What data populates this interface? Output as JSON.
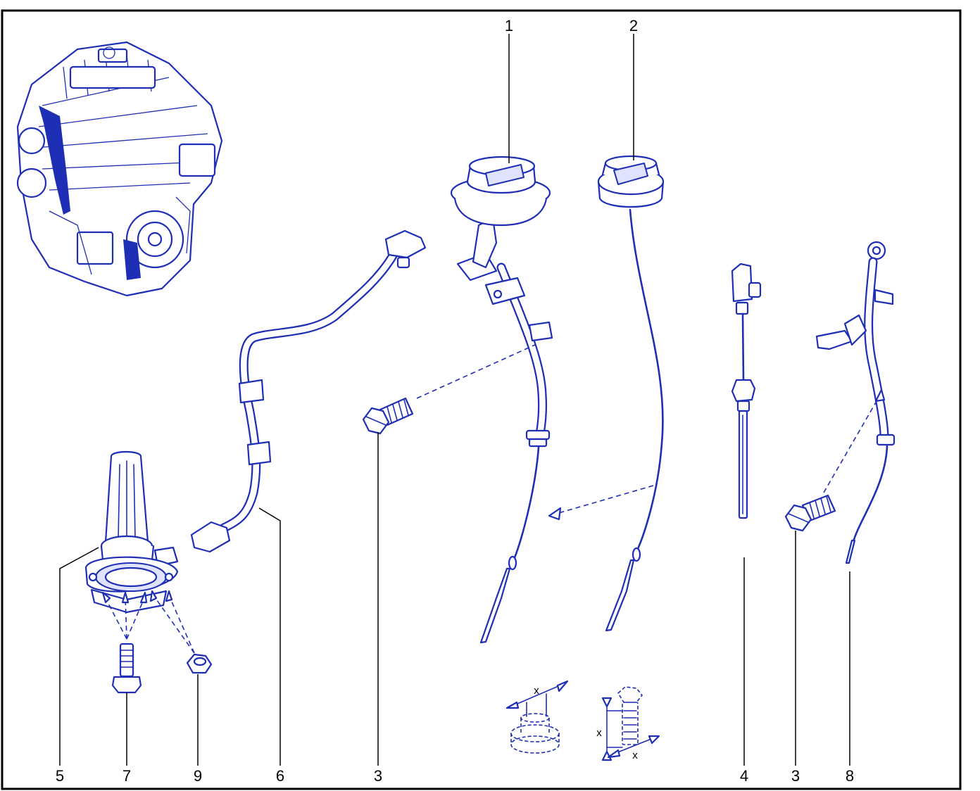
{
  "callouts": [
    {
      "label": "1"
    },
    {
      "label": "2"
    },
    {
      "label": "5"
    },
    {
      "label": "7"
    },
    {
      "label": "9"
    },
    {
      "label": "6"
    },
    {
      "label": "3"
    },
    {
      "label": "4"
    },
    {
      "label": "3"
    },
    {
      "label": "8"
    }
  ],
  "dimension_marks": [
    {
      "label": "x"
    },
    {
      "label": "x"
    },
    {
      "label": "x"
    }
  ],
  "colors": {
    "line": "#1f2fb5",
    "frame": "#000000",
    "background": "#ffffff"
  }
}
